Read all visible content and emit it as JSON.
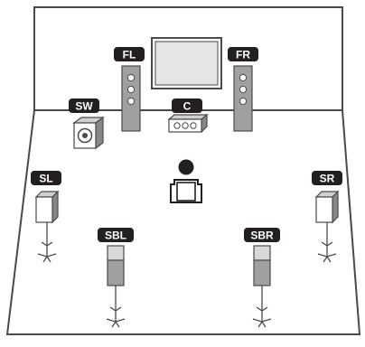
{
  "colors": {
    "label_bg": "#231f20",
    "label_text": "#ffffff",
    "line": "#4a4a4a",
    "speaker_gray": "#a0a0a0",
    "speaker_dark": "#6e6e6e",
    "screen_fill": "#e5e5e5"
  },
  "speakers": {
    "fl": {
      "label": "FL"
    },
    "fr": {
      "label": "FR"
    },
    "sw": {
      "label": "SW"
    },
    "c": {
      "label": "C"
    },
    "sl": {
      "label": "SL"
    },
    "sr": {
      "label": "SR"
    },
    "sbl": {
      "label": "SBL"
    },
    "sbr": {
      "label": "SBR"
    }
  }
}
